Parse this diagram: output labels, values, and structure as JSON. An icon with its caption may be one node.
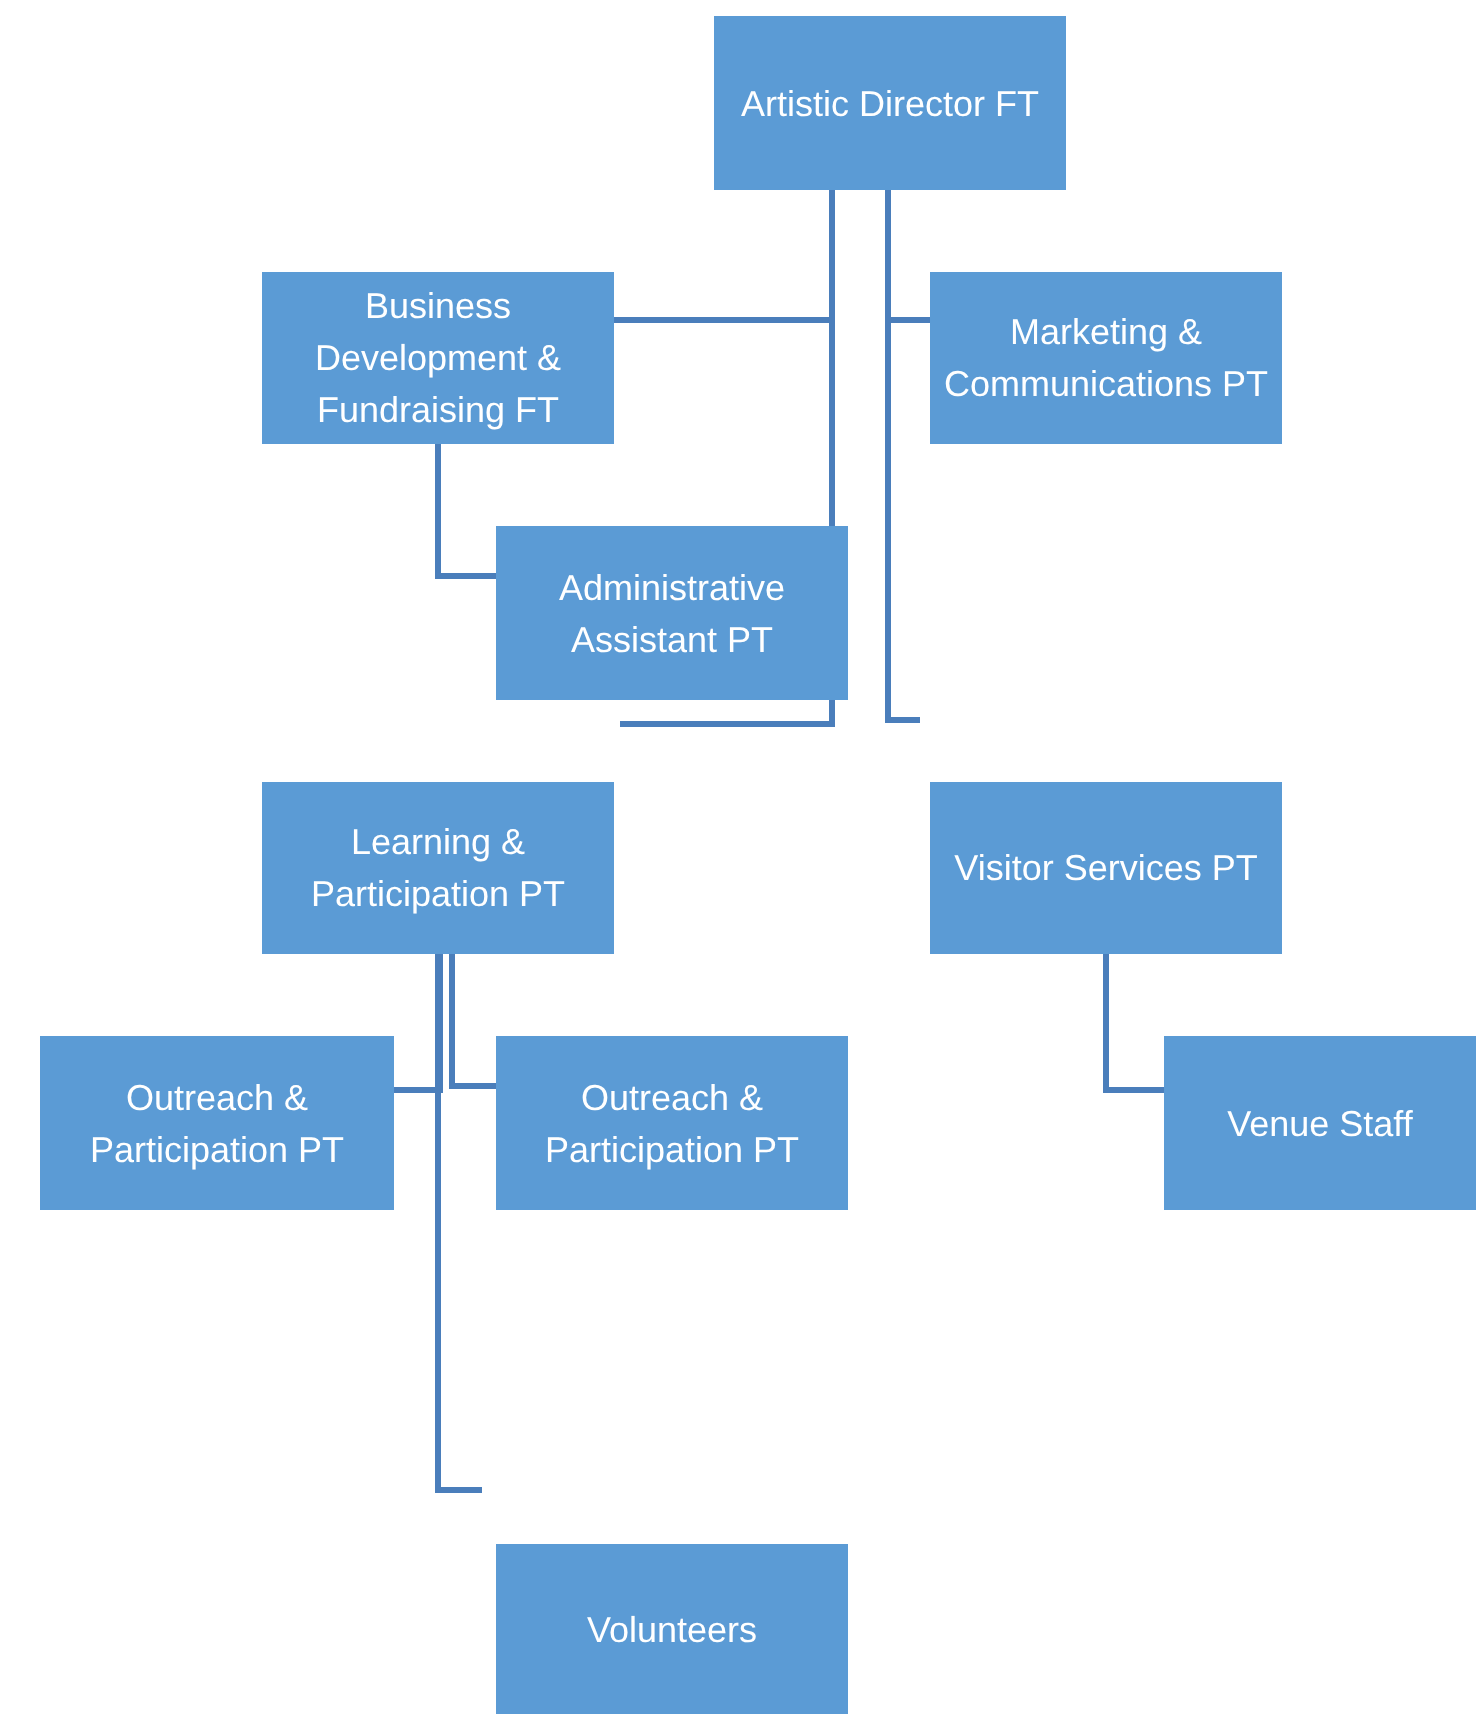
{
  "diagram": {
    "nodes": [
      {
        "text": [
          "Artistic Director FT"
        ]
      },
      {
        "text": [
          "Business Development & Fundraising FT"
        ]
      },
      {
        "text": [
          "Marketing & Communications PT"
        ]
      },
      {
        "text": [
          "Administrative Assistant PT"
        ]
      },
      {
        "text": [
          "Learning & Participation PT"
        ]
      },
      {
        "text": [
          "Visitor Services PT"
        ]
      },
      {
        "text": [
          "Outreach & Participation PT"
        ]
      },
      {
        "text": [
          "Outreach & Participation PT"
        ]
      },
      {
        "text": [
          "Venue Staff"
        ]
      },
      {
        "text": [
          "Volunteers"
        ]
      }
    ],
    "edges": [
      {
        "from": 0,
        "to": 1,
        "arrow": "none"
      },
      {
        "from": 0,
        "to": 3,
        "arrow": "none"
      },
      {
        "from": 0,
        "to": 2,
        "arrow": "none"
      },
      {
        "from": 0,
        "to": null,
        "arrow": "none"
      },
      {
        "from": 3,
        "to": null,
        "arrow": "none"
      },
      {
        "from": 1,
        "to": 3,
        "arrow": "none"
      },
      {
        "from": 4,
        "to": 6,
        "arrow": "none"
      },
      {
        "from": 4,
        "to": 7,
        "arrow": "none"
      },
      {
        "from": 4,
        "to": null,
        "arrow": "none"
      },
      {
        "from": 5,
        "to": 8,
        "arrow": "none"
      }
    ]
  }
}
